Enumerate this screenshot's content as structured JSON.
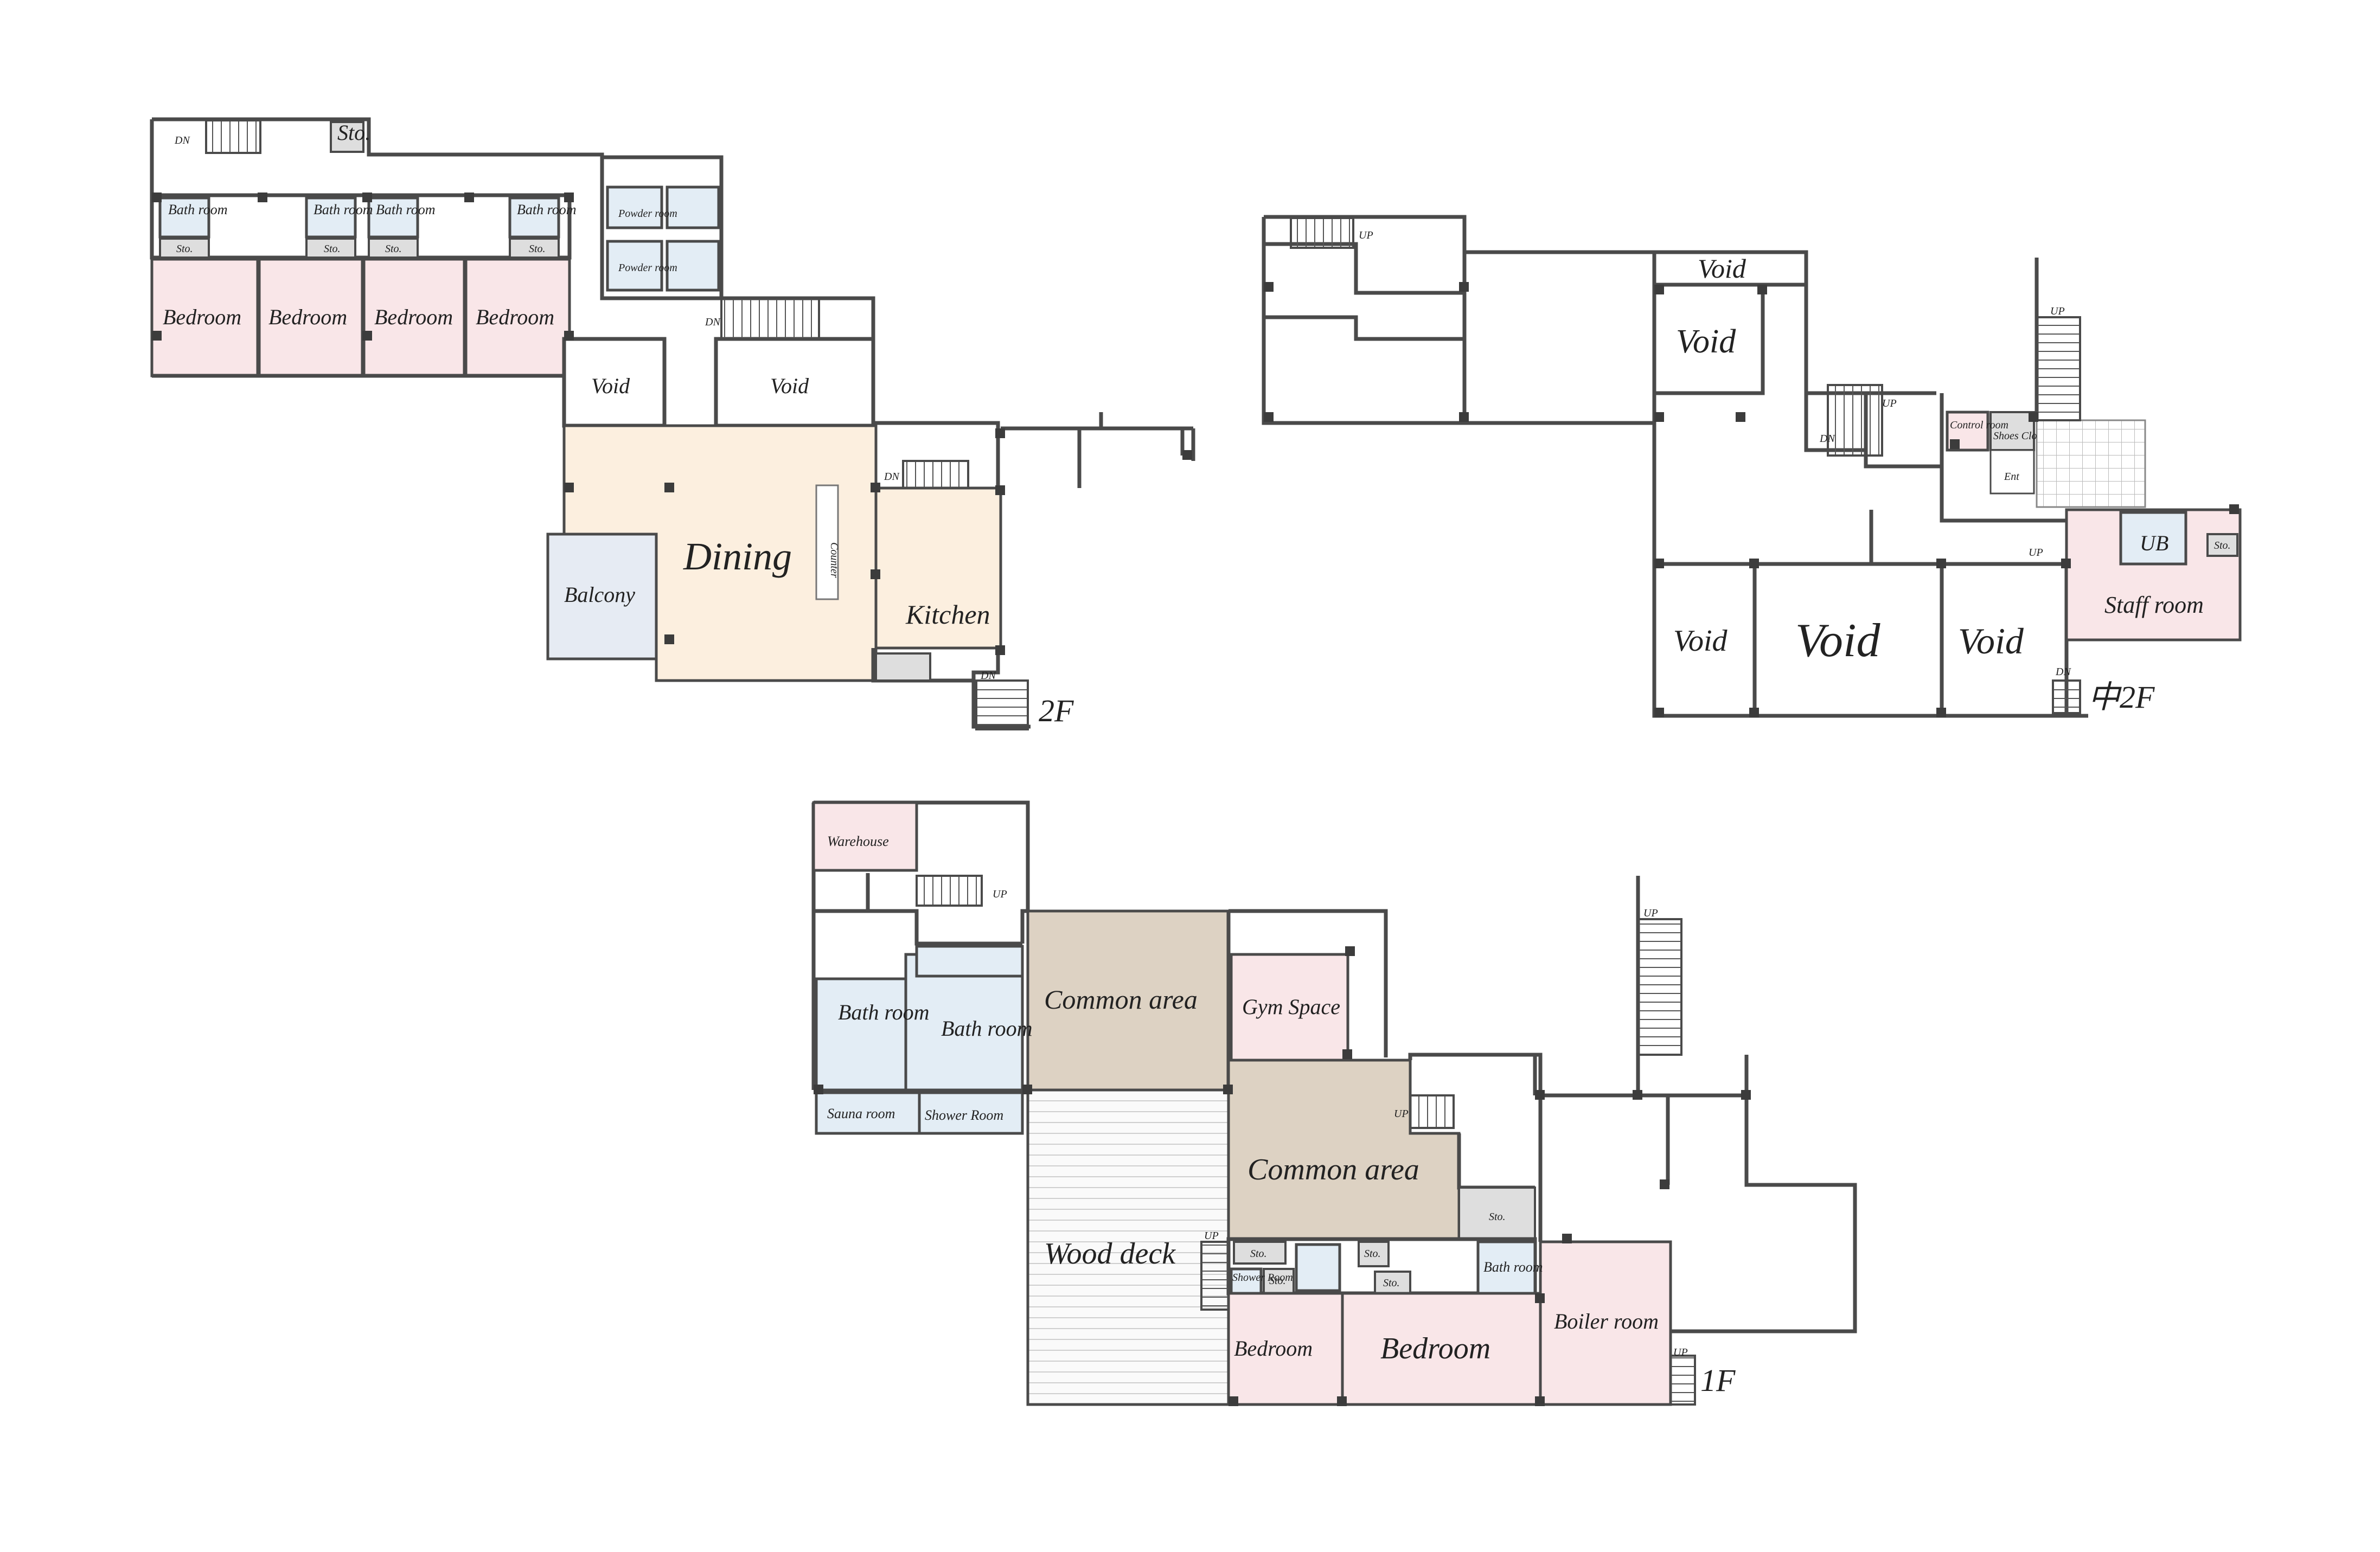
{
  "floor_2f": {
    "floor_label": "2F",
    "rooms": {
      "bath_1": "Bath room",
      "bath_2": "Bath room",
      "bath_3": "Bath room",
      "bath_4": "Bath room",
      "sto_top": "Sto.",
      "sto_1": "Sto.",
      "sto_2": "Sto.",
      "sto_3": "Sto.",
      "sto_4": "Sto.",
      "powder_1": "Powder room",
      "powder_2": "Powder room",
      "bedroom_1": "Bedroom",
      "bedroom_2": "Bedroom",
      "bedroom_3": "Bedroom",
      "bedroom_4": "Bedroom",
      "void_1": "Void",
      "void_2": "Void",
      "dining": "Dining",
      "counter": "Counter",
      "balcony": "Balcony",
      "kitchen": "Kitchen"
    },
    "stairs": {
      "dn_1": "DN",
      "dn_2": "DN",
      "dn_3": "DN",
      "dn_4": "DN"
    }
  },
  "floor_mid2f": {
    "floor_label": "中2F",
    "rooms": {
      "void_top": "Void",
      "void_big": "Void",
      "void_a": "Void",
      "void_b": "Void",
      "void_c": "Void",
      "control": "Control room",
      "shoes": "Shoes Clo",
      "ent": "Ent",
      "ub": "UB",
      "sto": "Sto.",
      "staff": "Staff room"
    },
    "stairs": {
      "up_1": "UP",
      "up_2": "UP",
      "up_3": "UP",
      "up_4": "UP",
      "dn_1": "DN",
      "dn_2": "DN"
    }
  },
  "floor_1f": {
    "floor_label": "1F",
    "rooms": {
      "warehouse": "Warehouse",
      "bath_a": "Bath room",
      "bath_b": "Bath room",
      "sauna": "Sauna room",
      "shower": "Shower Room",
      "common_1": "Common area",
      "gym": "Gym Space",
      "common_2": "Common area",
      "wood_deck": "Wood deck",
      "sto_1": "Sto.",
      "sto_2": "Sto.",
      "sto_3": "Sto.",
      "sto_4": "Sto.",
      "sto_5": "Sto.",
      "shower_small": "Shower Room",
      "bath_c": "Bath room",
      "bedroom_1": "Bedroom",
      "bedroom_2": "Bedroom",
      "boiler": "Boiler room"
    },
    "stairs": {
      "up_1": "UP",
      "up_2": "UP",
      "up_3": "UP",
      "up_4": "UP",
      "up_5": "UP"
    }
  },
  "colors": {
    "bedroom": "#f9e6e8",
    "dining": "#fcefdf",
    "bath": "#e3edf5",
    "common": "#ddd2c3"
  }
}
